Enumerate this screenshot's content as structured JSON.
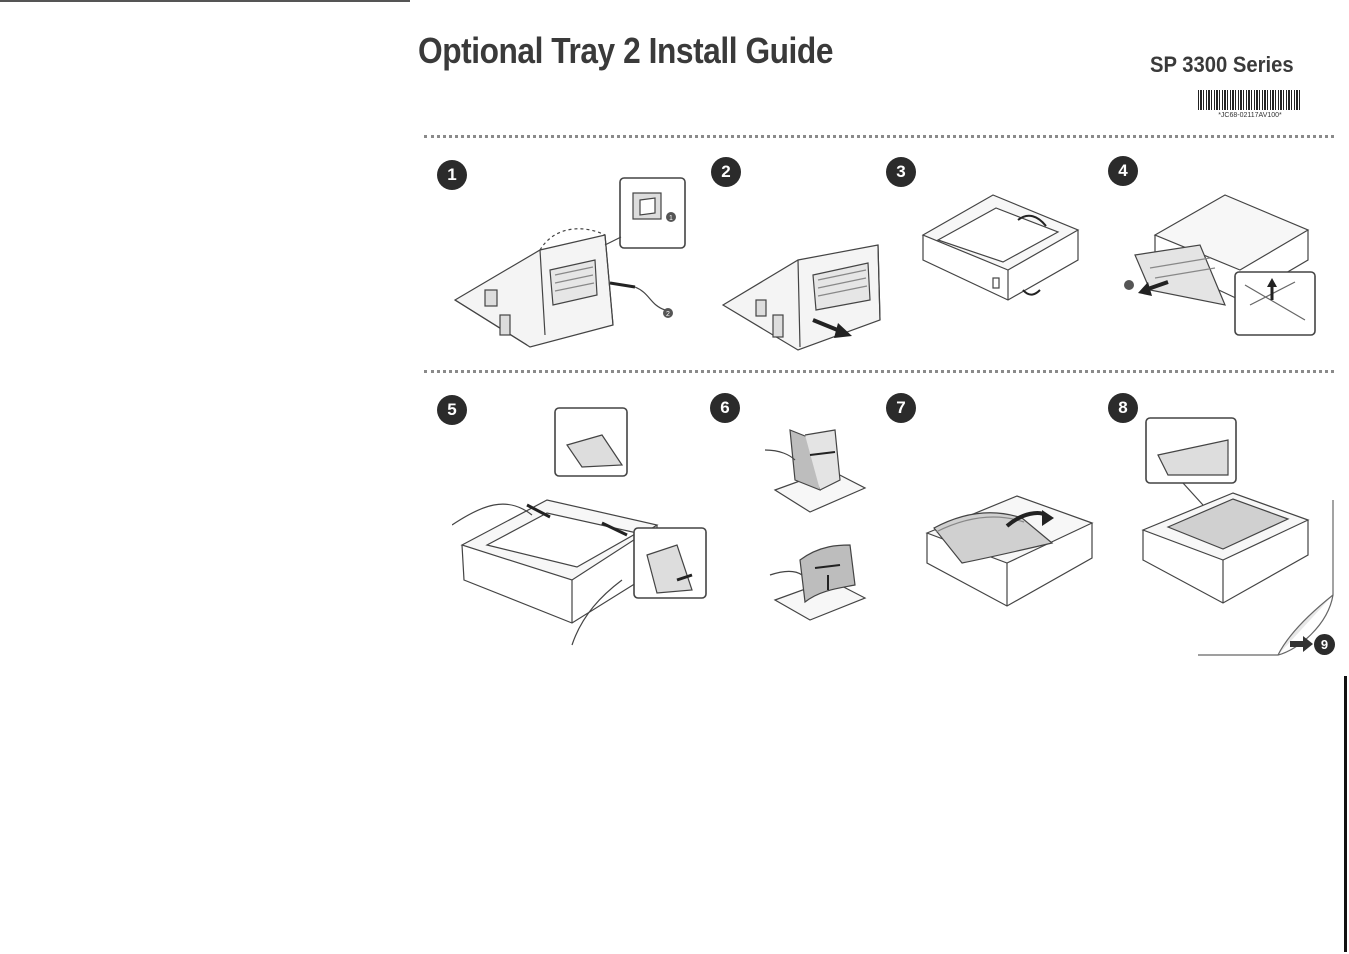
{
  "header": {
    "title": "Optional Tray 2 Install Guide",
    "series": "SP 3300 Series",
    "barcode_text": "*JC68-02117AV100*"
  },
  "steps": [
    {
      "number": "1",
      "icon": "printer-power-off-icon"
    },
    {
      "number": "2",
      "icon": "printer-unplug-icon"
    },
    {
      "number": "3",
      "icon": "tray-unpack-icon"
    },
    {
      "number": "4",
      "icon": "tray-pull-out-icon"
    },
    {
      "number": "5",
      "icon": "tray-adjust-guides-icon"
    },
    {
      "number": "6",
      "icon": "paper-flex-icon"
    },
    {
      "number": "7",
      "icon": "paper-load-icon"
    },
    {
      "number": "8",
      "icon": "paper-level-check-icon"
    }
  ],
  "next": {
    "number": "9",
    "icon": "arrow-right-icon"
  },
  "callouts": {
    "c1": "1",
    "c2": "2"
  },
  "colors": {
    "badge": "#2b2b2b",
    "line": "#555555",
    "dots": "#8a8a8a"
  }
}
